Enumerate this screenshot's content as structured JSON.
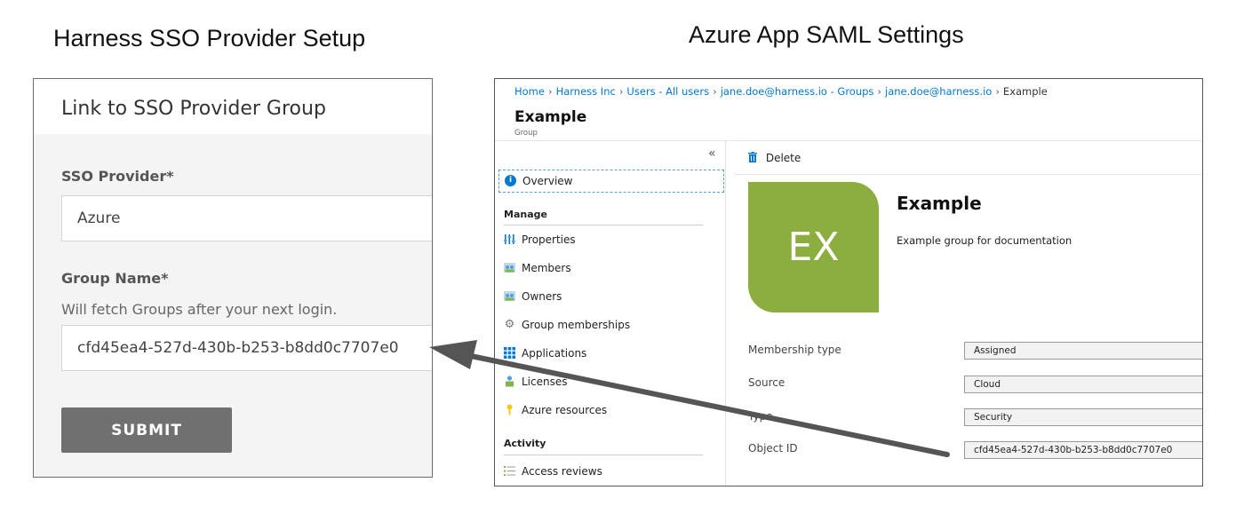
{
  "captions": {
    "left": "Harness SSO Provider Setup",
    "right": "Azure App SAML Settings"
  },
  "harness": {
    "header": "Link to SSO Provider Group",
    "sso_provider_label": "SSO Provider*",
    "sso_provider_value": "Azure",
    "group_name_label": "Group Name*",
    "group_name_hint": "Will fetch Groups after your next login.",
    "group_name_value": "cfd45ea4-527d-430b-b253-b8dd0c7707e0",
    "submit_label": "SUBMIT"
  },
  "azure": {
    "breadcrumb": [
      "Home",
      "Harness Inc",
      "Users - All users",
      "jane.doe@harness.io - Groups",
      "jane.doe@harness.io",
      "Example"
    ],
    "title": "Example",
    "subtitle": "Group",
    "collapse_glyph": "«",
    "nav": {
      "overview": "Overview",
      "manage_heading": "Manage",
      "properties": "Properties",
      "members": "Members",
      "owners": "Owners",
      "group_memberships": "Group memberships",
      "applications": "Applications",
      "licenses": "Licenses",
      "azure_resources": "Azure resources",
      "activity_heading": "Activity",
      "access_reviews": "Access reviews"
    },
    "toolbar": {
      "delete_label": "Delete"
    },
    "avatar_initials": "EX",
    "avatar_color": "#8cae3e",
    "group_name": "Example",
    "group_description": "Example group for documentation",
    "properties": {
      "membership_type_label": "Membership type",
      "membership_type_value": "Assigned",
      "source_label": "Source",
      "source_value": "Cloud",
      "type_label": "Type",
      "type_value": "Security",
      "object_id_label": "Object ID",
      "object_id_value": "cfd45ea4-527d-430b-b253-b8dd0c7707e0"
    },
    "accent_color": "#0078d4"
  }
}
